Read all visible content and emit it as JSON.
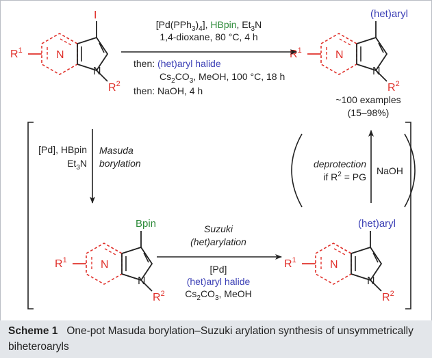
{
  "colors": {
    "substituent": "#e0302a",
    "aryl": "#3b3fb5",
    "boron": "#2e8b3a",
    "ink": "#222222",
    "caption_bg": "#e3e6ea"
  },
  "molecules": {
    "start": {
      "r1": "R",
      "r1_sup": "1",
      "n_ring": "N",
      "n_pyrrole": "N",
      "r2": "R",
      "r2_sup": "2",
      "c3": "I"
    },
    "product": {
      "r1": "R",
      "r1_sup": "1",
      "n_ring": "N",
      "n_pyrrole": "N",
      "r2": "R",
      "r2_sup": "2",
      "c3": "(het)aryl"
    },
    "bpin": {
      "r1": "R",
      "r1_sup": "1",
      "n_ring": "N",
      "n_pyrrole": "N",
      "r2": "R",
      "r2_sup": "2",
      "c3": "Bpin"
    },
    "aryl": {
      "r1": "R",
      "r1_sup": "1",
      "n_ring": "N",
      "n_pyrrole": "N",
      "r2": "R",
      "r2_sup": "2",
      "c3": "(het)aryl"
    }
  },
  "top_reaction": {
    "line1_a": "[Pd(PPh",
    "line1_sub": "3",
    "line1_b": ")",
    "line1_sub2": "4",
    "line1_c": "], ",
    "line1_hbpin": "HBpin",
    "line1_d": ", Et",
    "line1_sub3": "3",
    "line1_e": "N",
    "line2": "1,4-dioxane, 80 °C, 4 h",
    "line3_a": "then: ",
    "line3_b": "(het)aryl halide",
    "line4_a": "Cs",
    "line4_sub": "2",
    "line4_b": "CO",
    "line4_sub2": "3",
    "line4_c": ", MeOH, 100 °C, 18 h",
    "line5": "then: NaOH, 4 h"
  },
  "product_info": {
    "examples": "~100 examples",
    "yield": "(15–98%)"
  },
  "borylation": {
    "reagent1": "[Pd], HBpin",
    "reagent2_a": "Et",
    "reagent2_sub": "3",
    "reagent2_b": "N",
    "name1": "Masuda",
    "name2": "borylation"
  },
  "suzuki": {
    "name1": "Suzuki",
    "name2": "(het)arylation",
    "reagent1": "[Pd]",
    "reagent2": "(het)aryl halide",
    "reagent3_a": "Cs",
    "reagent3_sub": "2",
    "reagent3_b": "CO",
    "reagent3_sub2": "3",
    "reagent3_c": ", MeOH"
  },
  "deprotection": {
    "name": "deprotection",
    "cond_a": "if R",
    "cond_sup": "2",
    "cond_b": " = PG",
    "reagent": "NaOH"
  },
  "caption": {
    "label": "Scheme 1",
    "text": "One-pot Masuda borylation–Suzuki arylation synthesis of unsymmetrically biheteroaryls"
  }
}
